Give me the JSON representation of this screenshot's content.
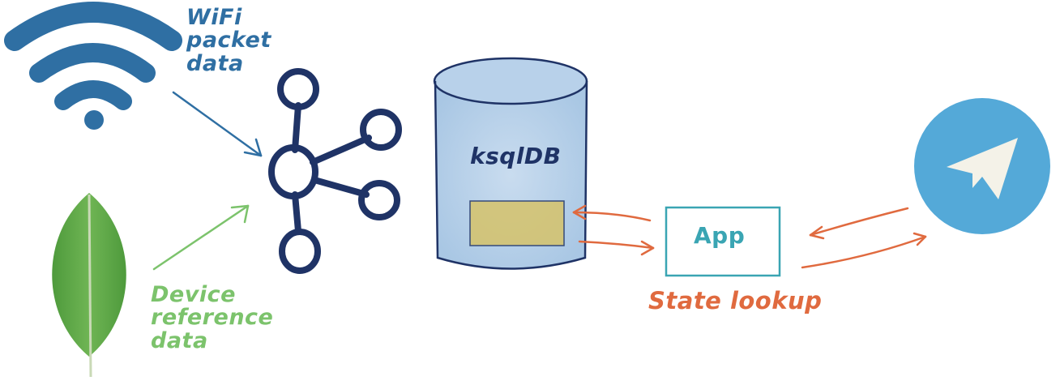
{
  "labels": {
    "wifi": [
      "WiFi",
      "packet",
      "data"
    ],
    "device": [
      "Device",
      "reference",
      "data"
    ],
    "ksqldb": "ksqlDB",
    "app": "App",
    "state_lookup": "State lookup"
  },
  "icons": {
    "wifi": "wifi-icon",
    "mongodb": "mongodb-leaf-icon",
    "kafka": "kafka-icon",
    "database": "database-cylinder-icon",
    "telegram": "telegram-icon"
  },
  "colors": {
    "wifi_blue": "#2f6fa3",
    "mongo_green": "#5faa4a",
    "device_green": "#7cc36c",
    "kafka_navy": "#1f3366",
    "app_teal": "#3aa5b3",
    "state_orange": "#e06a3f",
    "telegram_blue": "#54a9d8"
  }
}
